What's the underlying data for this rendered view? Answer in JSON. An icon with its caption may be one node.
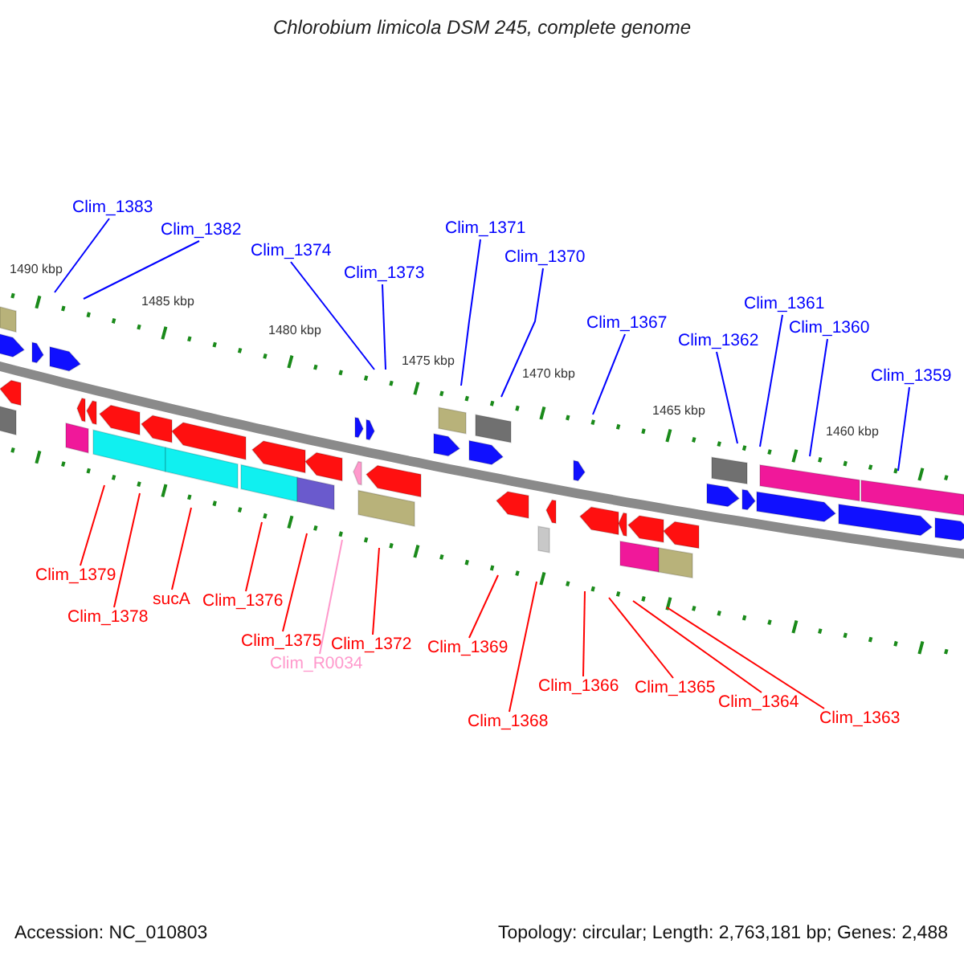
{
  "diagram": {
    "title": "Chlorobium limicola DSM 245, complete genome",
    "nodes": [
      {
        "text": [
          "Clim_1383"
        ]
      },
      {
        "text": [
          "Clim_1382"
        ]
      },
      {
        "text": [
          "Clim_1374"
        ]
      },
      {
        "text": [
          "Clim_1373"
        ]
      },
      {
        "text": [
          "Clim_1371"
        ]
      },
      {
        "text": [
          "Clim_1370"
        ]
      },
      {
        "text": [
          "Clim_1367"
        ]
      },
      {
        "text": [
          "Clim_1362"
        ]
      },
      {
        "text": [
          "Clim_1361"
        ]
      },
      {
        "text": [
          "Clim_1360"
        ]
      },
      {
        "text": [
          "Clim_1359"
        ]
      },
      {
        "text": [
          "Clim_1379"
        ]
      },
      {
        "text": [
          "Clim_1378"
        ]
      },
      {
        "text": [
          "sucA"
        ]
      },
      {
        "text": [
          "Clim_1376"
        ]
      },
      {
        "text": [
          "Clim_1375"
        ]
      },
      {
        "text": [
          "Clim_R0034"
        ]
      },
      {
        "text": [
          "Clim_1372"
        ]
      },
      {
        "text": [
          "Clim_1369"
        ]
      },
      {
        "text": [
          "Clim_1368"
        ]
      },
      {
        "text": [
          "Clim_1366"
        ]
      },
      {
        "text": [
          "Clim_1365"
        ]
      },
      {
        "text": [
          "Clim_1364"
        ]
      },
      {
        "text": [
          "Clim_1363"
        ]
      }
    ],
    "edges": [
      {
        "from": 0,
        "to": null,
        "arrow": "none",
        "color": "#0000ff"
      },
      {
        "from": 1,
        "to": null,
        "arrow": "none",
        "color": "#0000ff"
      },
      {
        "from": 2,
        "to": null,
        "arrow": "none",
        "color": "#0000ff"
      },
      {
        "from": 3,
        "to": null,
        "arrow": "none",
        "color": "#0000ff"
      },
      {
        "from": 4,
        "to": null,
        "arrow": "none",
        "color": "#0000ff"
      },
      {
        "from": 5,
        "to": null,
        "arrow": "none",
        "color": "#0000ff"
      },
      {
        "from": 6,
        "to": null,
        "arrow": "none",
        "color": "#0000ff"
      },
      {
        "from": 7,
        "to": null,
        "arrow": "none",
        "color": "#0000ff"
      },
      {
        "from": 8,
        "to": null,
        "arrow": "none",
        "color": "#0000ff"
      },
      {
        "from": 9,
        "to": null,
        "arrow": "none",
        "color": "#0000ff"
      },
      {
        "from": 10,
        "to": null,
        "arrow": "none",
        "color": "#0000ff"
      },
      {
        "from": 11,
        "to": null,
        "arrow": "none"
      },
      {
        "from": 12,
        "to": null,
        "arrow": "none"
      },
      {
        "from": 13,
        "to": null,
        "arrow": "none"
      },
      {
        "from": 14,
        "to": null,
        "arrow": "none"
      },
      {
        "from": 15,
        "to": null,
        "arrow": "none"
      },
      {
        "from": 16,
        "to": null,
        "arrow": "none",
        "color": "#ff99cc"
      },
      {
        "from": 17,
        "to": null,
        "arrow": "none"
      },
      {
        "from": 18,
        "to": null,
        "arrow": "none"
      },
      {
        "from": 19,
        "to": null,
        "arrow": "none"
      },
      {
        "from": 20,
        "to": null,
        "arrow": "none"
      },
      {
        "from": 21,
        "to": null,
        "arrow": "none"
      },
      {
        "from": 22,
        "to": null,
        "arrow": "none"
      },
      {
        "from": 23,
        "to": null,
        "arrow": "none"
      }
    ],
    "labels": [
      "1490 kbp",
      "1485 kbp",
      "1480 kbp",
      "1475 kbp",
      "1470 kbp",
      "1465 kbp",
      "1460 kbp",
      "Accession: NC_010803",
      "Topology: circular; Length: 2,763,181 bp; Genes: 2,488"
    ]
  }
}
